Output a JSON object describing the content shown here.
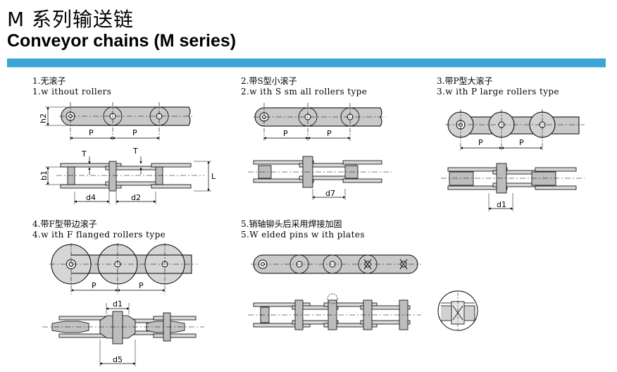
{
  "header": {
    "title_cn": "M 系列输送链",
    "title_en": "Conveyor chains (M series)",
    "accent_color": "#3aa6d8"
  },
  "captions": [
    {
      "cn": "1.无滚子",
      "en": "1.w ithout rollers"
    },
    {
      "cn": "2.带S型小滚子",
      "en": "2.w ith S sm all rollers type"
    },
    {
      "cn": "3.带P型大滚子",
      "en": "3.w ith P large rollers type"
    },
    {
      "cn": "4.带F型带边滚子",
      "en": "4.w ith F flanged rollers type"
    },
    {
      "cn": "5.销轴铆头后采用焊接加固",
      "en": "5.W elded pins w ith plates"
    }
  ],
  "dimension_labels": {
    "h2": "h2",
    "b1": "b1",
    "P": "P",
    "T": "T",
    "L": "L",
    "d4": "d4",
    "d2": "d2",
    "d7": "d7",
    "d1": "d1",
    "d5": "d5"
  }
}
